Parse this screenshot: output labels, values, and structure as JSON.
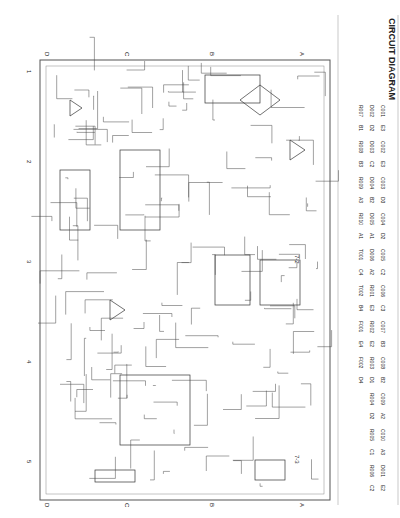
{
  "diagram": {
    "title": "CIRCUIT DIAGRAM",
    "labels": [
      "7-2",
      "7-3",
      "A",
      "B",
      "C",
      "D",
      "A",
      "B",
      "C",
      "D",
      "1",
      "2",
      "3",
      "4",
      "5",
      "C001",
      "E3",
      "C002",
      "E3",
      "C003",
      "D3",
      "C004",
      "D2",
      "C005",
      "C2",
      "C006",
      "C3",
      "C007",
      "B3",
      "C008",
      "B2",
      "C009",
      "A2",
      "C010",
      "A3",
      "D001",
      "E2",
      "D002",
      "D2",
      "D003",
      "C2",
      "D004",
      "B2",
      "D005",
      "A1",
      "D006",
      "A2",
      "R001",
      "E3",
      "R002",
      "E2",
      "R003",
      "D1",
      "R004",
      "D2",
      "R005",
      "C1",
      "R006",
      "C2",
      "R007",
      "B1",
      "R008",
      "B3",
      "R009",
      "A3",
      "R010",
      "A1",
      "T001",
      "C4",
      "T002",
      "B4",
      "F001",
      "E4",
      "F002",
      "D4"
    ]
  }
}
